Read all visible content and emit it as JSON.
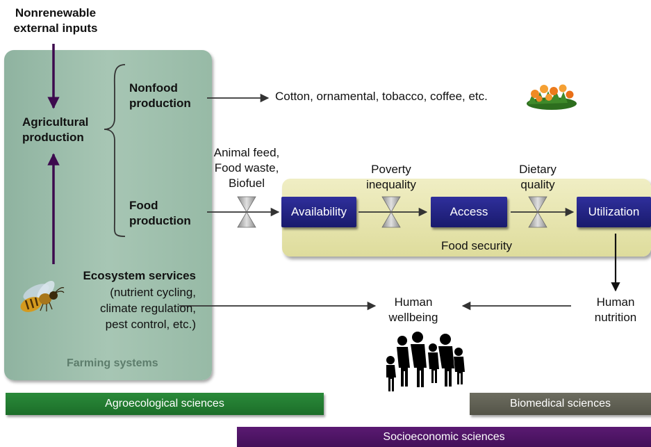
{
  "nodes": {
    "nonrenewable_line1": "Nonrenewable",
    "nonrenewable_line2": "external inputs",
    "agri_line1": "Agricultural",
    "agri_line2": "production",
    "nonfood_line1": "Nonfood",
    "nonfood_line2": "production",
    "food_line1": "Food",
    "food_line2": "production",
    "nonfood_products": "Cotton, ornamental, tobacco, coffee, etc.",
    "feed_line1": "Animal feed,",
    "feed_line2": "Food waste,",
    "feed_line3": "Biofuel",
    "poverty_line1": "Poverty",
    "poverty_line2": "inequality",
    "dietary_line1": "Dietary",
    "dietary_line2": "quality",
    "availability": "Availability",
    "access": "Access",
    "utilization": "Utilization",
    "food_security": "Food security",
    "eco_title": "Ecosystem services",
    "eco_line1": "(nutrient cycling,",
    "eco_line2": "climate regulation,",
    "eco_line3": "pest control, etc.)",
    "human_wellbeing_line1": "Human",
    "human_wellbeing_line2": "wellbeing",
    "human_nutrition_line1": "Human",
    "human_nutrition_line2": "nutrition",
    "farming_systems": "Farming systems"
  },
  "bars": {
    "agroecological": "Agroecological sciences",
    "biomedical": "Biomedical sciences",
    "socioeconomic": "Socioeconomic sciences"
  },
  "icons": [
    "flower-bouquet-icon",
    "bee-icon",
    "family-silhouette-icon",
    "hourglass-valve-icon"
  ],
  "colors": {
    "farming_panel": "#9dbfab",
    "food_security_panel": "#e8e6b0",
    "process_box": "#22237e",
    "input_arrows": "#3d0a4e",
    "agroecological_bar": "#1f7a2e",
    "biomedical_bar": "#5e5e52",
    "socioeconomic_bar": "#4d1363"
  }
}
